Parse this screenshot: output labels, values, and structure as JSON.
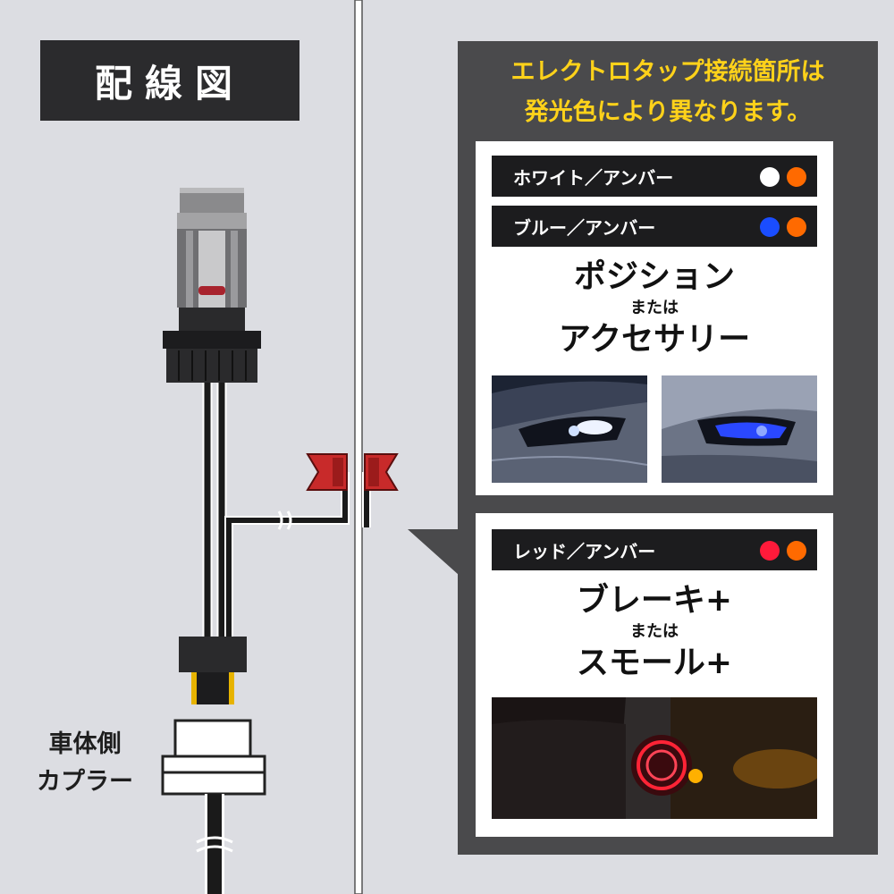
{
  "title": "配線図",
  "coupler_label": {
    "line1": "車体側",
    "line2": "カプラー"
  },
  "panel": {
    "heading_line1": "エレクトロタップ接続箇所は",
    "heading_line2": "発光色により異なります。",
    "heading_color": "#ffd21a",
    "variants": [
      {
        "label": "ホワイト／アンバー",
        "colors": [
          "#ffffff",
          "#ff6a00"
        ]
      },
      {
        "label": "ブルー／アンバー",
        "colors": [
          "#1a4dff",
          "#ff6a00"
        ]
      },
      {
        "label": "レッド／アンバー",
        "colors": [
          "#ff1a3a",
          "#ff6a00"
        ]
      }
    ],
    "use_top": {
      "line1": "ポジション",
      "connector": "または",
      "line2": "アクセサリー"
    },
    "use_bottom": {
      "line1": "ブレーキ+",
      "connector": "または",
      "line2": "スモール+"
    },
    "photos": {
      "white_light": "headlight-white",
      "blue_light": "headlight-blue",
      "rear_light": "taillight-red-amber"
    }
  }
}
